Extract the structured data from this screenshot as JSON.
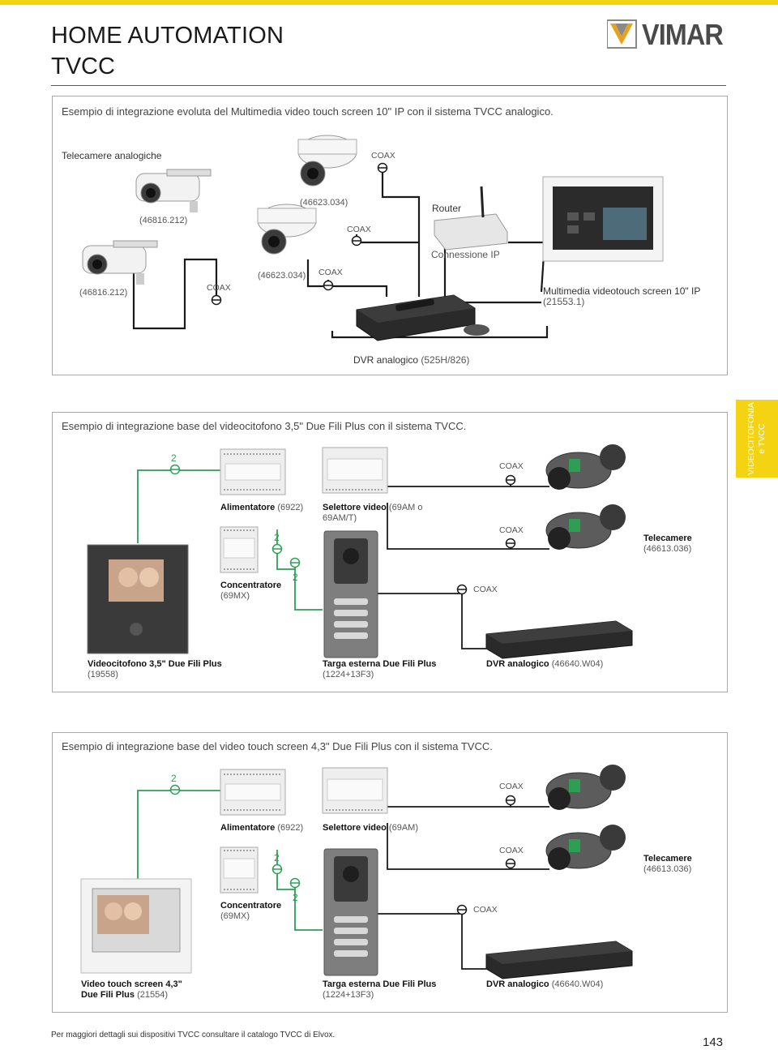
{
  "header": {
    "title": "HOME AUTOMATION",
    "subtitle": "TVCC",
    "brand": "VIMAR"
  },
  "side_tab": {
    "line1": "VIDEOCITOFONIA",
    "line2": "e TVCC"
  },
  "section1": {
    "caption": "Esempio di integrazione evoluta del Multimedia video touch screen 10\" IP con il sistema TVCC analogico.",
    "cameras_title": "Telecamere analogiche",
    "cam_a_code": "(46816.212)",
    "cam_b_code": "(46816.212)",
    "dome_a_code": "(46623.034)",
    "dome_b_code": "(46623.034)",
    "coax": "COAX",
    "router": "Router",
    "connessione": "Connessione IP",
    "multimedia_name": "Multimedia videotouch screen 10\" IP",
    "multimedia_code": "(21553.1)",
    "dvr_name": "DVR analogico",
    "dvr_code": "(525H/826)"
  },
  "section2": {
    "caption": "Esempio di integrazione base del videocitofono 3,5\" Due Fili Plus con il sistema TVCC.",
    "two": "2",
    "coax": "COAX",
    "alimentatore_name": "Alimentatore",
    "alimentatore_code": "(6922)",
    "selettore_name": "Selettore video",
    "selettore_code_a": "(69AM o",
    "selettore_code_b": "69AM/T)",
    "telecamere_name": "Telecamere",
    "telecamere_code": "(46613.036)",
    "concentratore_name": "Concentratore",
    "concentratore_code": "(69MX)",
    "videocitofono_name": "Videocitofono 3,5\" Due Fili Plus",
    "videocitofono_code": "(19558)",
    "targa_name": "Targa esterna Due Fili Plus",
    "targa_code": "(1224+13F3)",
    "dvr_name": "DVR analogico",
    "dvr_code": "(46640.W04)"
  },
  "section3": {
    "caption": "Esempio di integrazione base del video touch screen 4,3\" Due Fili Plus con il sistema TVCC.",
    "two": "2",
    "coax": "COAX",
    "alimentatore_name": "Alimentatore",
    "alimentatore_code": "(6922)",
    "selettore_name": "Selettore video",
    "selettore_code": "(69AM)",
    "telecamere_name": "Telecamere",
    "telecamere_code": "(46613.036)",
    "concentratore_name": "Concentratore",
    "concentratore_code": "(69MX)",
    "touch_name_a": "Video touch screen 4,3\"",
    "touch_name_b": "Due Fili Plus",
    "touch_code": "(21554)",
    "targa_name": "Targa esterna Due Fili Plus",
    "targa_code": "(1224+13F3)",
    "dvr_name": "DVR analogico",
    "dvr_code": "(46640.W04)"
  },
  "footer": {
    "note": "Per maggiori dettagli sui dispositivi TVCC consultare il catalogo TVCC di Elvox.",
    "page": "143"
  },
  "colors": {
    "accent_yellow": "#f4d313",
    "wire_black": "#1a1a1a",
    "wire_green": "#2e9e55"
  }
}
